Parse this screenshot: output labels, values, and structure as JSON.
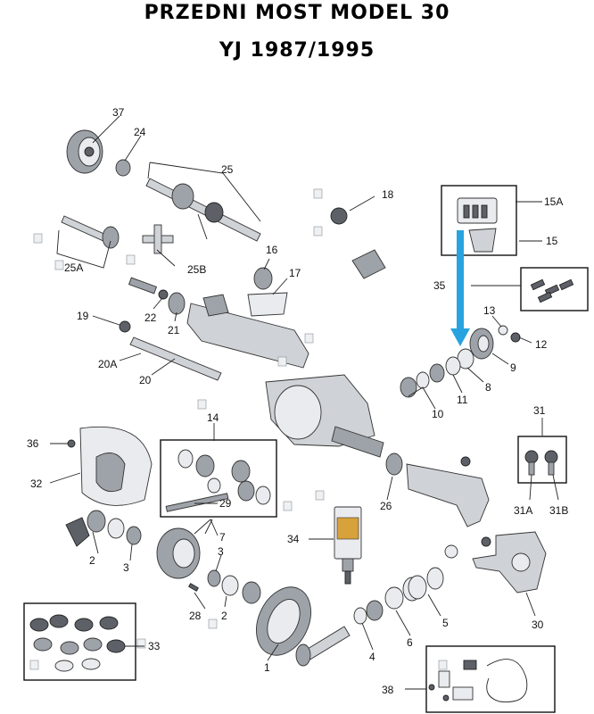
{
  "header": {
    "title_line1": "PRZEDNI MOST MODEL 30",
    "title_line2": "YJ 1987/1995"
  },
  "accent_color": "#29a3e0",
  "callouts": [
    "37",
    "24",
    "25",
    "18",
    "15A",
    "15",
    "25A",
    "25B",
    "16",
    "17",
    "35",
    "13",
    "12",
    "9",
    "19",
    "22",
    "21",
    "20A",
    "20",
    "8",
    "11",
    "10",
    "14",
    "31",
    "36",
    "32",
    "29",
    "26",
    "34",
    "31A",
    "31B",
    "7",
    "2",
    "3",
    "3",
    "2",
    "28",
    "1",
    "33",
    "4",
    "6",
    "5",
    "30",
    "38"
  ]
}
